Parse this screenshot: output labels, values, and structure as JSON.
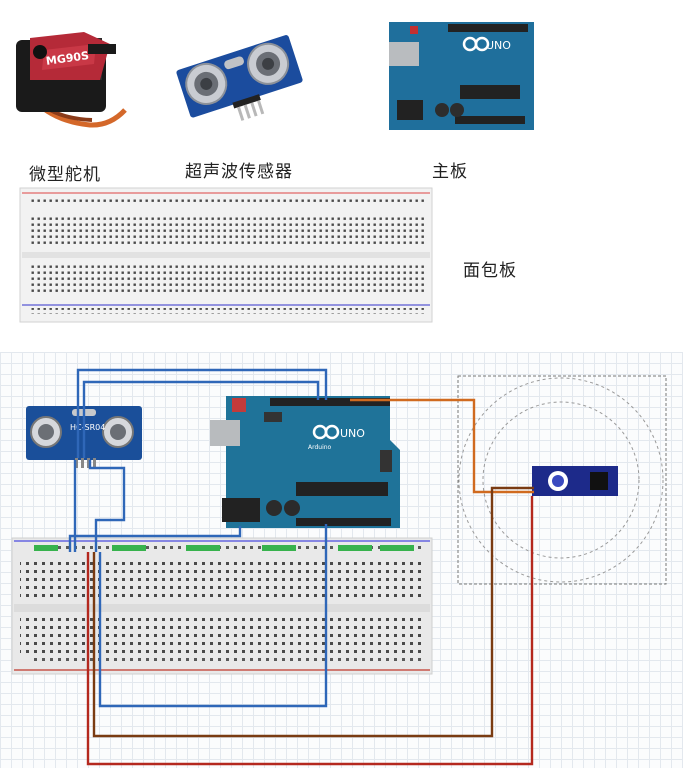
{
  "components": {
    "servo_label": "微型舵机",
    "ultrasonic_label": "超声波传感器",
    "board_label": "主板",
    "breadboard_label": "面包板"
  },
  "servo": {
    "model_text": "MG90S"
  },
  "board": {
    "brand_text": "Arduino",
    "model_text": "UNO"
  },
  "sensor": {
    "model_text": "HC-SR04"
  },
  "colors": {
    "board_blue": "#1f6f9c",
    "wire_blue": "#2f67b8",
    "wire_orange": "#d06a1f",
    "wire_brown": "#7a3b12",
    "wire_red": "#b4281e",
    "servo_body": "#8b1e23",
    "servo_blue": "#1d2a8a"
  }
}
